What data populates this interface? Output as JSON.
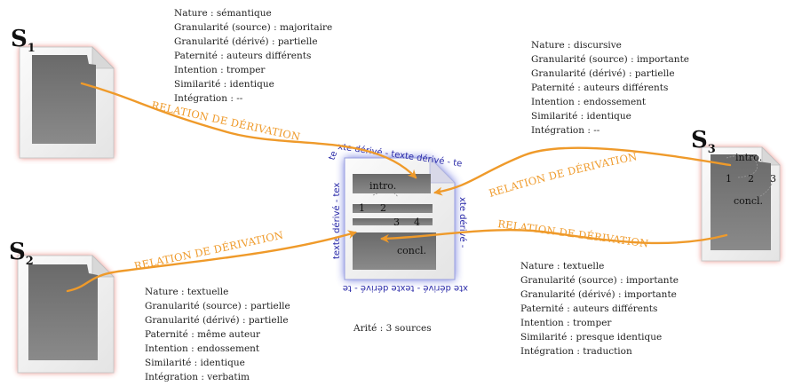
{
  "sources": [
    {
      "name": "S",
      "index": "1",
      "attributes": [
        "Nature : sémantique",
        "Granularité (source) : majoritaire",
        "Granularité (dérivé) : partielle",
        "Paternité : auteurs différents",
        "Intention : tromper",
        "Similarité : identique",
        "Intégration : --"
      ]
    },
    {
      "name": "S",
      "index": "2",
      "attributes": [
        "Nature : textuelle",
        "Granularité (source) : partielle",
        "Granularité (dérivé) : partielle",
        "Paternité : même auteur",
        "Intention : endossement",
        "Similarité : identique",
        "Intégration : verbatim"
      ]
    },
    {
      "name": "S",
      "index": "3",
      "attributes": [
        "Nature : discursive",
        "Granularité (source) : importante",
        "Granularité (dérivé) : partielle",
        "Paternité : auteurs différents",
        "Intention : endossement",
        "Similarité : identique",
        "Intégration : --"
      ],
      "attributes_2": [
        "Nature : textuelle",
        "Granularité (source) : importante",
        "Granularité (dérivé) : importante",
        "Paternité : auteurs différents",
        "Intention : tromper",
        "Similarité : presque identique",
        "Intégration : traduction"
      ],
      "sections": {
        "intro": "intro.",
        "n1": "1",
        "n2": "2",
        "n3": "3",
        "concl": "concl."
      }
    }
  ],
  "relation_label": "RELATION DE DÉRIVATION",
  "derived": {
    "ring_top": "xte dérivé - texte dérivé - te",
    "ring_left": "texte dérivé - tex",
    "ring_right": "xte dérivé -",
    "ring_bottom": "xte dérivé - texte dérivé - te",
    "ring_top_left": "te",
    "sections": {
      "intro": "intro.",
      "n1": "1",
      "n2": "2",
      "n3": "3",
      "n4": "4",
      "concl": "concl."
    }
  },
  "arity": "Arité : 3 sources",
  "colors": {
    "arrow": "#ef9a2a",
    "ring_text": "#2a2aa8",
    "glow_red": "#e0403a",
    "glow_blue": "#5560d8",
    "doc_gray": "#707070"
  }
}
